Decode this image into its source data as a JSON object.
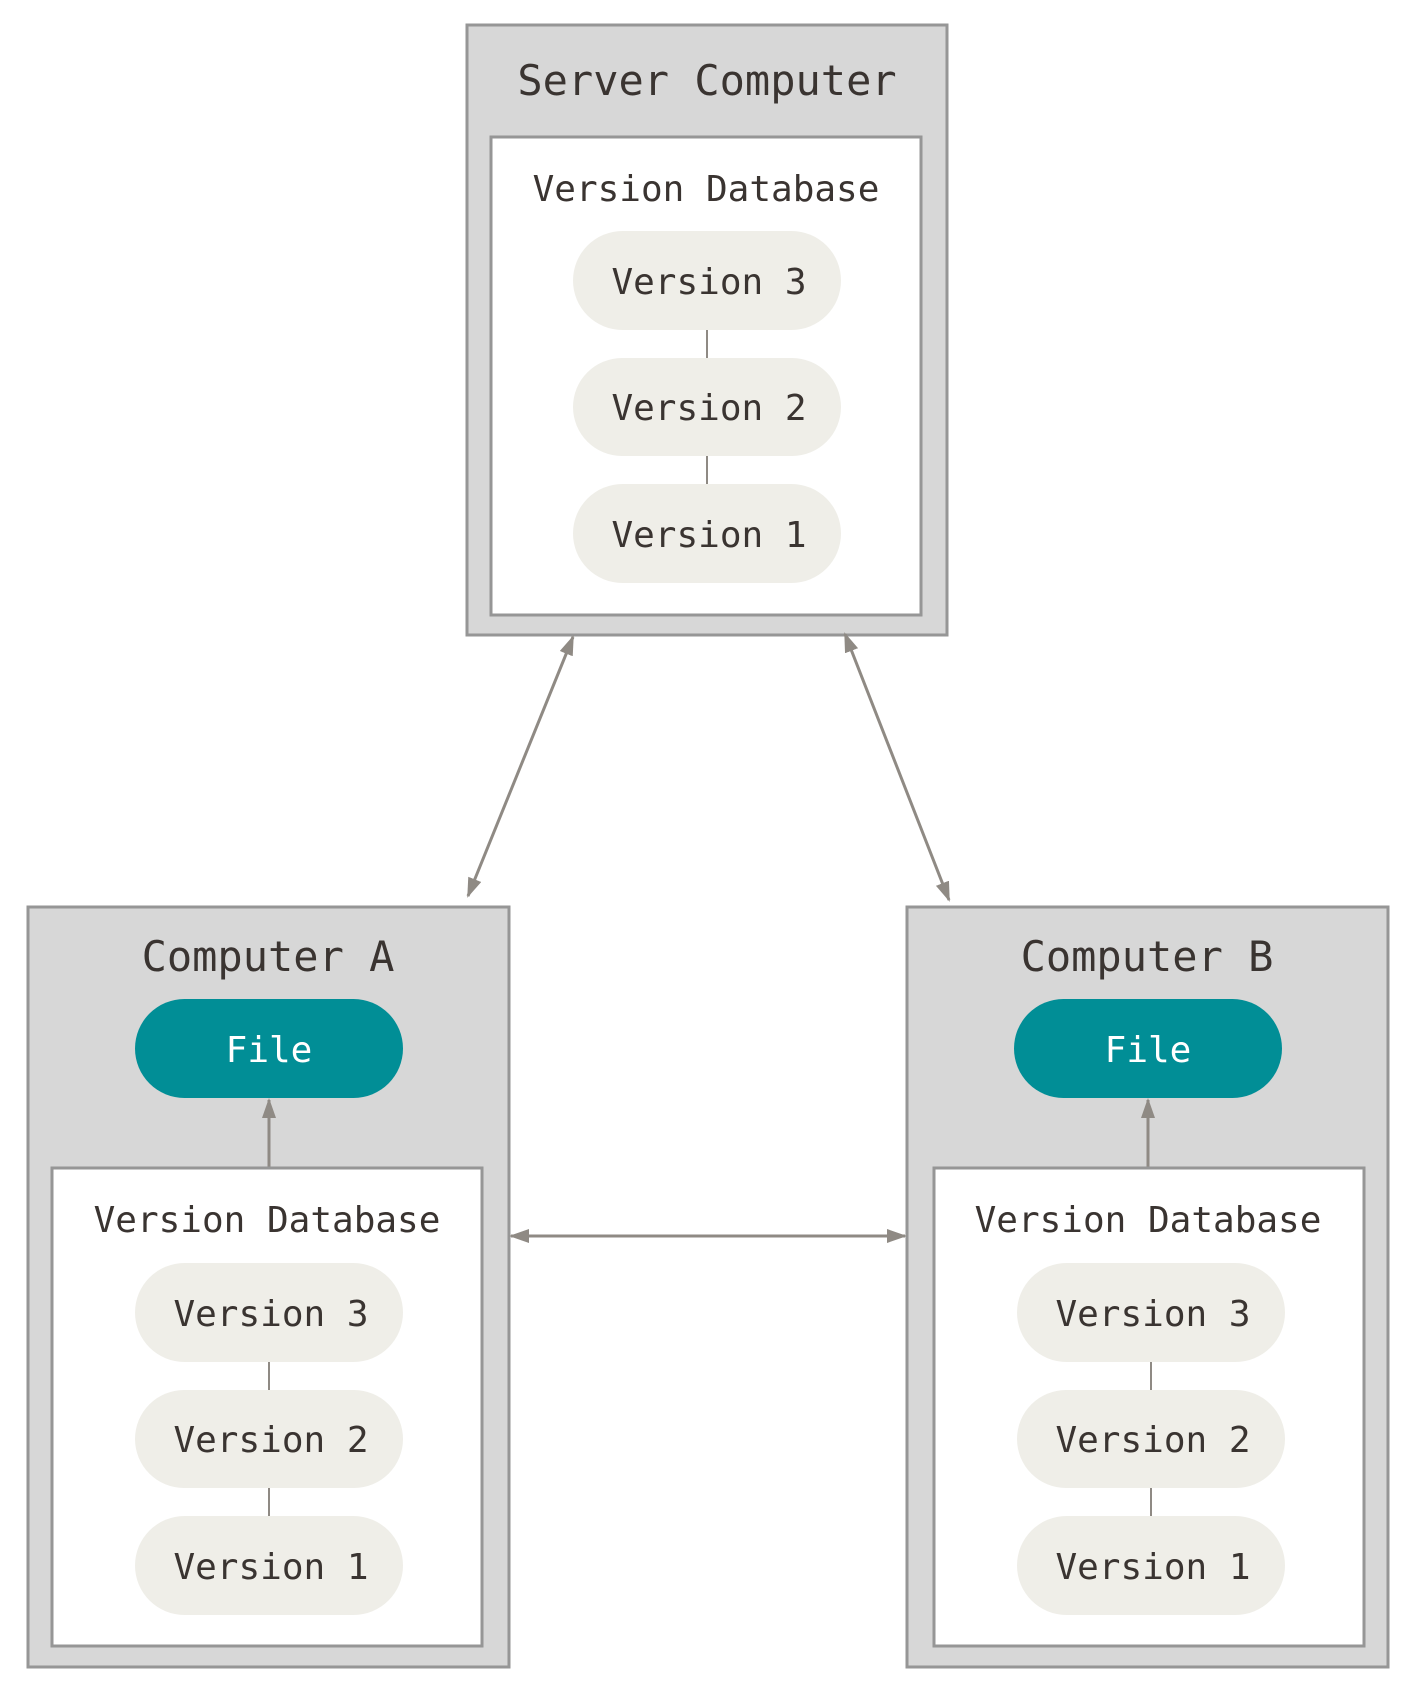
{
  "colors": {
    "outer_fill": "#d7d7d7",
    "border": "#969696",
    "version_pill": "#efeee8",
    "file_pill": "#018e96",
    "text": "#3a3431",
    "arrow": "#8f8a84"
  },
  "server": {
    "title": "Server Computer",
    "database": {
      "label": "Version Database",
      "versions": [
        "Version 3",
        "Version 2",
        "Version 1"
      ]
    }
  },
  "computer_a": {
    "title": "Computer A",
    "file_label": "File",
    "database": {
      "label": "Version Database",
      "versions": [
        "Version 3",
        "Version 2",
        "Version 1"
      ]
    }
  },
  "computer_b": {
    "title": "Computer B",
    "file_label": "File",
    "database": {
      "label": "Version Database",
      "versions": [
        "Version 3",
        "Version 2",
        "Version 1"
      ]
    }
  }
}
